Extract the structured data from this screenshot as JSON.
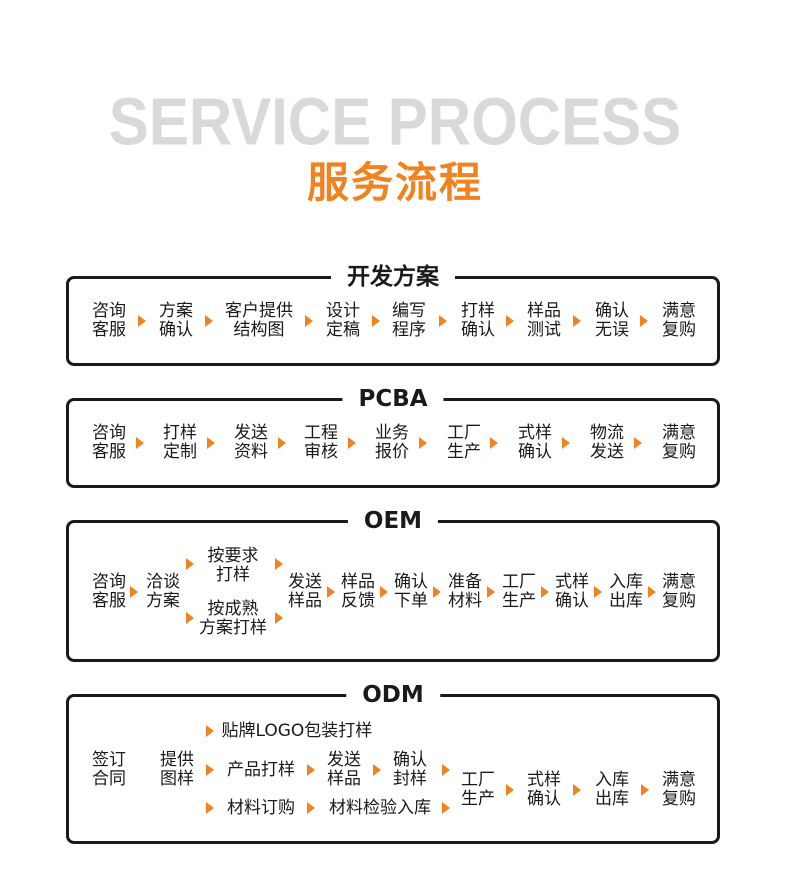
{
  "header": {
    "title_en": "SERVICE PROCESS",
    "title_cn": "服务流程"
  },
  "sections": [
    {
      "title": "开发方案",
      "steps": [
        "咨询\n客服",
        "方案\n确认",
        "客户提供\n结构图",
        "设计\n定稿",
        "编写\n程序",
        "打样\n确认",
        "样品\n测试",
        "确认\n无误",
        "满意\n复购"
      ]
    },
    {
      "title": "PCBA",
      "steps": [
        "咨询\n客服",
        "打样\n定制",
        "发送\n资料",
        "工程\n审核",
        "业务\n报价",
        "工厂\n生产",
        "式样\n确认",
        "物流\n发送",
        "满意\n复购"
      ]
    },
    {
      "title": "OEM",
      "steps": [
        "咨询\n客服",
        "洽谈\n方案",
        "按要求\n打样",
        "按成熟\n方案打样",
        "发送\n样品",
        "样品\n反馈",
        "确认\n下单",
        "准备\n材料",
        "工厂\n生产",
        "式样\n确认",
        "入库\n出库",
        "满意\n复购"
      ]
    },
    {
      "title": "ODM",
      "steps": [
        "签订\n合同",
        "提供\n图样",
        "贴牌LOGO包装打样",
        "产品打样",
        "发送\n样品",
        "确认\n封样",
        "材料订购",
        "材料检验入库",
        "工厂\n生产",
        "式样\n确认",
        "入库\n出库",
        "满意\n复购"
      ]
    }
  ],
  "colors": {
    "accent": "#f08320",
    "heading_gray": "#d9d9d9",
    "border": "#1a1a1a"
  },
  "icons": {
    "arrow": "triangle-right-icon"
  }
}
